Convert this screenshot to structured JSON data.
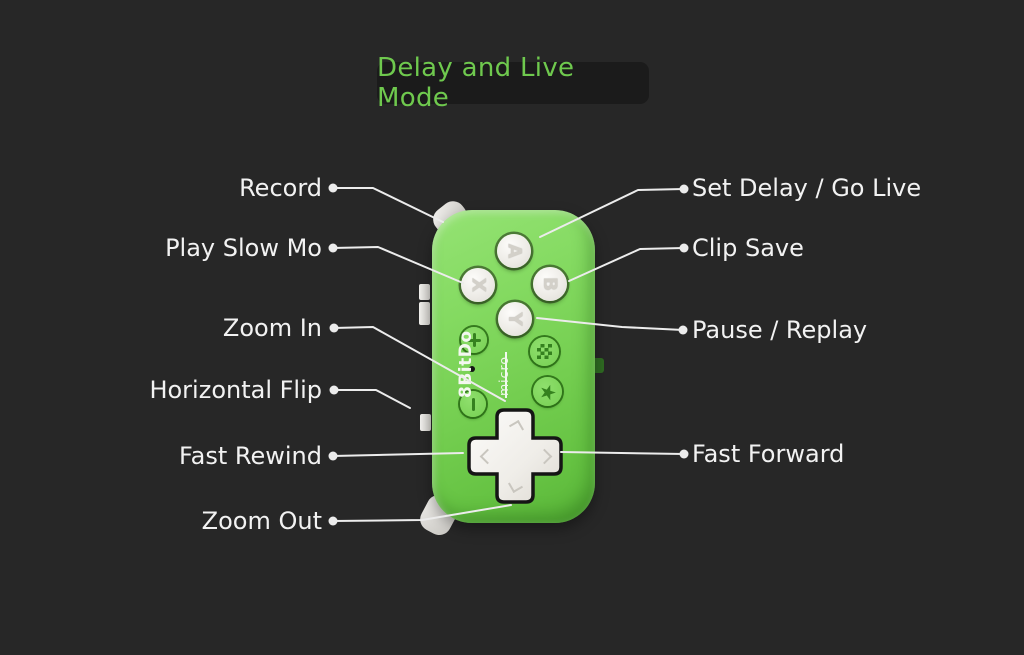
{
  "title": {
    "text": "Delay and Live Mode"
  },
  "labels": {
    "left": [
      {
        "text": "Record",
        "target": "left-shoulder-button"
      },
      {
        "text": "Play Slow Mo",
        "target": "x-button"
      },
      {
        "text": "Zoom In",
        "target": "dpad-up"
      },
      {
        "text": "Horizontal Flip",
        "target": "side-rail-button"
      },
      {
        "text": "Fast Rewind",
        "target": "dpad-left"
      },
      {
        "text": "Zoom Out",
        "target": "dpad-down"
      }
    ],
    "right": [
      {
        "text": "Set Delay / Go Live",
        "target": "a-button"
      },
      {
        "text": "Clip Save",
        "target": "b-button"
      },
      {
        "text": "Pause / Replay",
        "target": "y-button"
      },
      {
        "text": "Fast Forward",
        "target": "dpad-right"
      }
    ]
  },
  "controller": {
    "brand": "8BitDo",
    "model": "micro",
    "face_buttons": {
      "a": "A",
      "b": "B",
      "x": "X",
      "y": "Y"
    },
    "star_glyph": "★"
  },
  "colors": {
    "background": "#272727",
    "badge_bg": "#1b1b1b",
    "title_green": "#6fc94e",
    "body_green": "#7fd65c",
    "label_text": "#f2f2f2",
    "leader_line": "#ececec"
  }
}
